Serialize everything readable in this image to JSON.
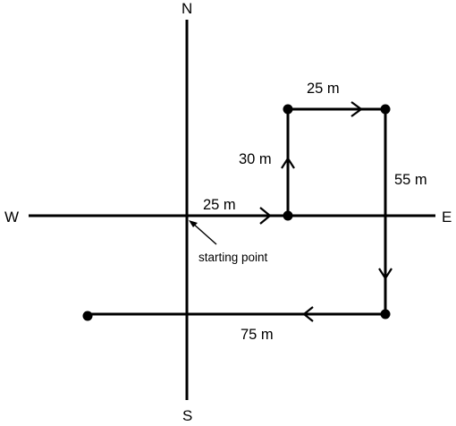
{
  "compass": {
    "north": "N",
    "south": "S",
    "east": "E",
    "west": "W"
  },
  "segments": [
    {
      "direction": "east",
      "label": "25 m"
    },
    {
      "direction": "north",
      "label": "30 m"
    },
    {
      "direction": "east",
      "label": "25 m"
    },
    {
      "direction": "south",
      "label": "55 m"
    },
    {
      "direction": "west",
      "label": "75 m"
    }
  ],
  "start_label": "starting point",
  "colors": {
    "line": "#000000",
    "background": "#ffffff"
  }
}
